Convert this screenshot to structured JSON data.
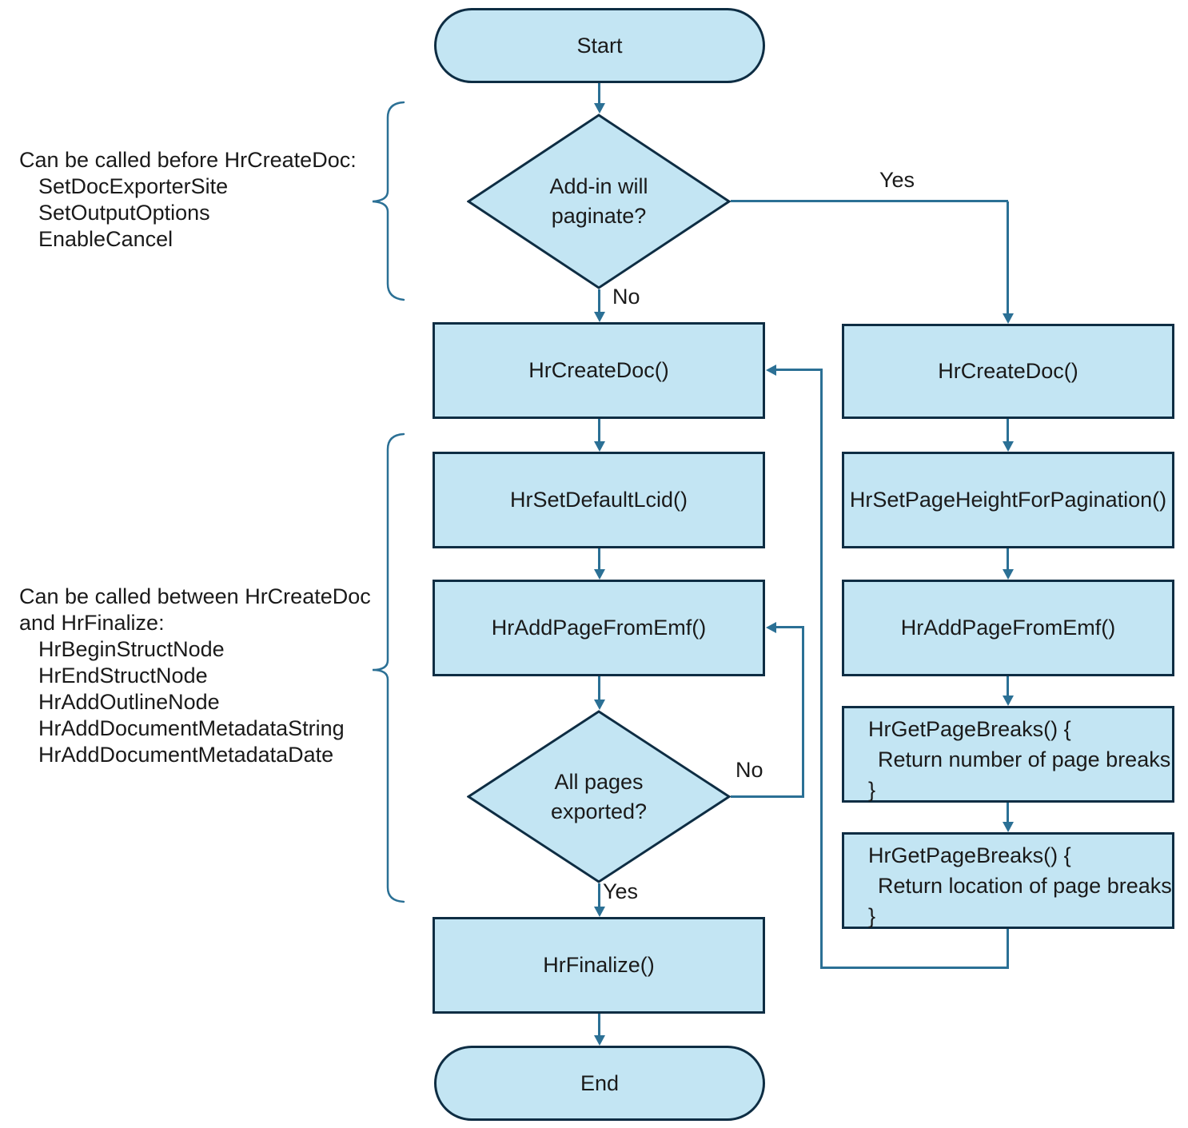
{
  "colors": {
    "node_fill": "#C3E5F3",
    "node_border": "#0E2D43",
    "connector": "#2B7095",
    "text": "#1A1A1A"
  },
  "labels": {
    "yes_branch": "Yes",
    "no_branch": "No",
    "loop_no": "No",
    "loop_yes": "Yes"
  },
  "annotations": [
    {
      "title": "Can be called before HrCreateDoc:",
      "items": [
        "SetDocExporterSite",
        "SetOutputOptions",
        "EnableCancel"
      ]
    },
    {
      "title": "Can be called between HrCreateDoc and HrFinalize:",
      "items": [
        "HrBeginStructNode",
        "HrEndStructNode",
        "HrAddOutlineNode",
        "HrAddDocumentMetadataString",
        "HrAddDocumentMetadataDate"
      ]
    }
  ],
  "nodes": {
    "start": "Start",
    "decision_paginate": "Add-in will paginate?",
    "hr_create_doc_main": "HrCreateDoc()",
    "hr_set_default_lcid": "HrSetDefaultLcid()",
    "hr_add_page_from_emf_main": "HrAddPageFromEmf()",
    "decision_all_pages": "All pages exported?",
    "hr_finalize": "HrFinalize()",
    "end": "End",
    "hr_create_doc_paginate": "HrCreateDoc()",
    "hr_set_page_height": "HrSetPageHeightForPagination()",
    "hr_add_page_from_emf_paginate": "HrAddPageFromEmf()",
    "hr_get_page_breaks_number": {
      "open": "HrGetPageBreaks() {",
      "body": "Return number of page breaks",
      "close": "}"
    },
    "hr_get_page_breaks_location": {
      "open": "HrGetPageBreaks() {",
      "body": "Return location of page breaks",
      "close": "}"
    }
  }
}
